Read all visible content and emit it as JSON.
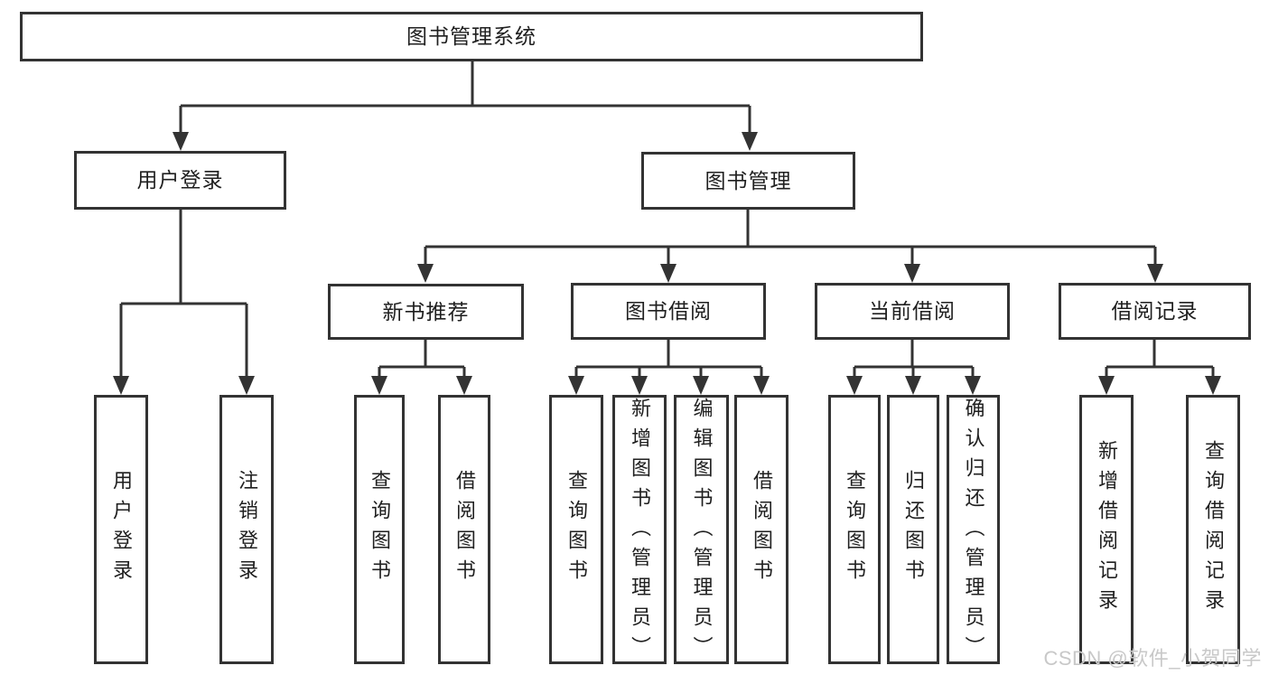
{
  "diagram": {
    "title_note": "functional structure chart",
    "tree": {
      "root": "图书管理系统",
      "l2": [
        "用户登录",
        "图书管理"
      ],
      "l3": [
        "新书推荐",
        "图书借阅",
        "当前借阅",
        "借阅记录"
      ],
      "leaves": {
        "user_login": [
          "用户登录",
          "注销登录"
        ],
        "new_book": [
          "查询图书",
          "借阅图书"
        ],
        "book_borrow": [
          "查询图书",
          "新增图书（管理员）",
          "编辑图书（管理员）",
          "借阅图书"
        ],
        "current_borrow": [
          "查询图书",
          "归还图书",
          "确认归还（管理员）"
        ],
        "borrow_record": [
          "新增借阅记录",
          "查询借阅记录"
        ]
      }
    },
    "colors": {
      "line": "#333333",
      "text": "#1f1f1f",
      "background": "#ffffff",
      "watermark": "#c8c8c8"
    }
  },
  "watermark": "CSDN @软件_小贺同学"
}
